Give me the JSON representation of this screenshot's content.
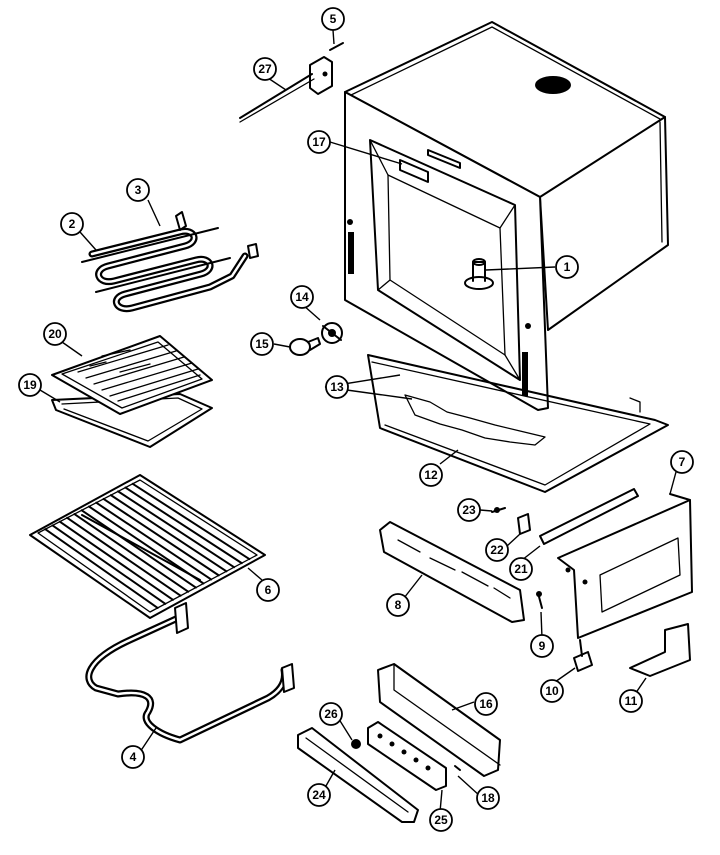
{
  "callouts": [
    {
      "id": "c5",
      "label": "5"
    },
    {
      "id": "c27",
      "label": "27"
    },
    {
      "id": "c17",
      "label": "17"
    },
    {
      "id": "c3",
      "label": "3"
    },
    {
      "id": "c2",
      "label": "2"
    },
    {
      "id": "c1",
      "label": "1"
    },
    {
      "id": "c14",
      "label": "14"
    },
    {
      "id": "c15",
      "label": "15"
    },
    {
      "id": "c20",
      "label": "20"
    },
    {
      "id": "c19",
      "label": "19"
    },
    {
      "id": "c13",
      "label": "13"
    },
    {
      "id": "c12",
      "label": "12"
    },
    {
      "id": "c7",
      "label": "7"
    },
    {
      "id": "c23",
      "label": "23"
    },
    {
      "id": "c22",
      "label": "22"
    },
    {
      "id": "c21",
      "label": "21"
    },
    {
      "id": "c6",
      "label": "6"
    },
    {
      "id": "c8",
      "label": "8"
    },
    {
      "id": "c9",
      "label": "9"
    },
    {
      "id": "c10",
      "label": "10"
    },
    {
      "id": "c11",
      "label": "11"
    },
    {
      "id": "c16",
      "label": "16"
    },
    {
      "id": "c26",
      "label": "26"
    },
    {
      "id": "c4",
      "label": "4"
    },
    {
      "id": "c18",
      "label": "18"
    },
    {
      "id": "c24",
      "label": "24"
    },
    {
      "id": "c25",
      "label": "25"
    }
  ]
}
